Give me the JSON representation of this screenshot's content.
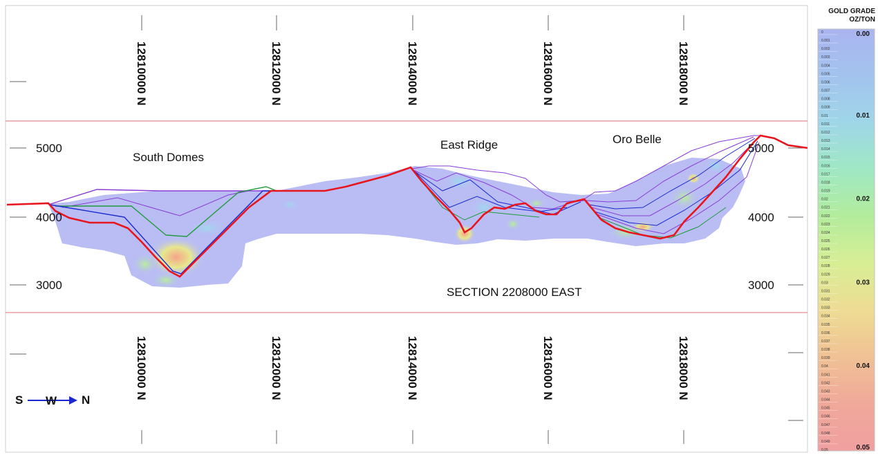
{
  "northing_labels": [
    "12810000 N",
    "12812000 N",
    "12814000 N",
    "12816000 N",
    "12818000 N"
  ],
  "elevation_labels_left": [
    "5000",
    "4000",
    "3000"
  ],
  "elevation_labels_right": [
    "5000",
    "4000",
    "3000"
  ],
  "area_labels": {
    "south_domes": "South Domes",
    "east_ridge": "East Ridge",
    "oro_belle": "Oro Belle"
  },
  "section_label": "SECTION 2208000 EAST",
  "compass": {
    "south": "S",
    "west": "W",
    "north": "N"
  },
  "legend": {
    "title_line1": "GOLD GRADE",
    "title_line2": "OZ/TON",
    "major_labels": [
      "0.00",
      "0.01",
      "0.02",
      "0.03",
      "0.04",
      "0.05"
    ],
    "minor_labels": [
      "0",
      "0.001",
      "0.002",
      "0.003",
      "0.004",
      "0.005",
      "0.006",
      "0.007",
      "0.008",
      "0.009",
      "0.01",
      "0.011",
      "0.012",
      "0.013",
      "0.014",
      "0.015",
      "0.016",
      "0.017",
      "0.018",
      "0.019",
      "0.02",
      "0.021",
      "0.022",
      "0.023",
      "0.024",
      "0.025",
      "0.026",
      "0.027",
      "0.028",
      "0.029",
      "0.03",
      "0.031",
      "0.032",
      "0.033",
      "0.034",
      "0.035",
      "0.036",
      "0.037",
      "0.038",
      "0.039",
      "0.04",
      "0.041",
      "0.042",
      "0.043",
      "0.044",
      "0.045",
      "0.046",
      "0.047",
      "0.048",
      "0.049",
      "0.05"
    ],
    "colors": [
      "#aab4f0",
      "#a3c3ee",
      "#9fd6e8",
      "#9fe8c4",
      "#b3ec9c",
      "#d8ee95",
      "#eedc94",
      "#f0c194",
      "#f0a89a",
      "#f0a0a0"
    ]
  },
  "colors": {
    "topography": "#e8141e",
    "block_model": "#b9bdf4",
    "section_limits": "#e88a94",
    "pit_shell_purple": "#8a3cd6",
    "pit_shell_green": "#1e9a3c",
    "pit_shell_blue": "#1a28d0"
  }
}
